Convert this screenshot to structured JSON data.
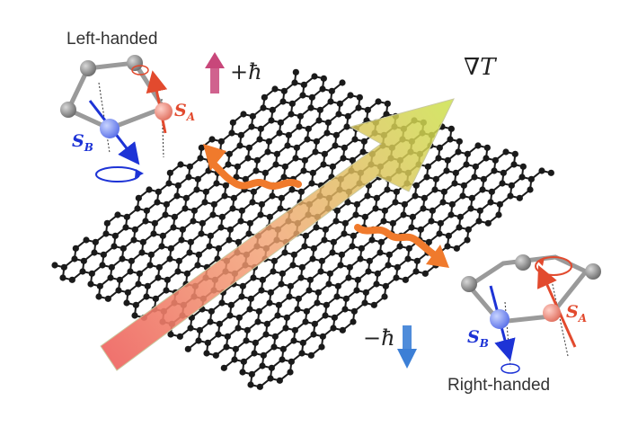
{
  "figure": {
    "top_left_label": "Left-handed",
    "bottom_right_label": "Right-handed",
    "plus_hbar": "+ħ",
    "minus_hbar": "−ħ",
    "gradient_label": "∇T",
    "spin_a_label": "S",
    "spin_a_sub": "A",
    "spin_b_label": "S",
    "spin_b_sub": "B"
  },
  "colors": {
    "lattice": "#1a1a1a",
    "spin_a": "#e24a2e",
    "spin_b": "#1d33d6",
    "phonon_wave": "#f07a2c",
    "plus_arrow": "#c8477a",
    "minus_arrow": "#3c7fd6",
    "gradient_tail": "#ef7068",
    "gradient_head": "#c9e14a"
  }
}
